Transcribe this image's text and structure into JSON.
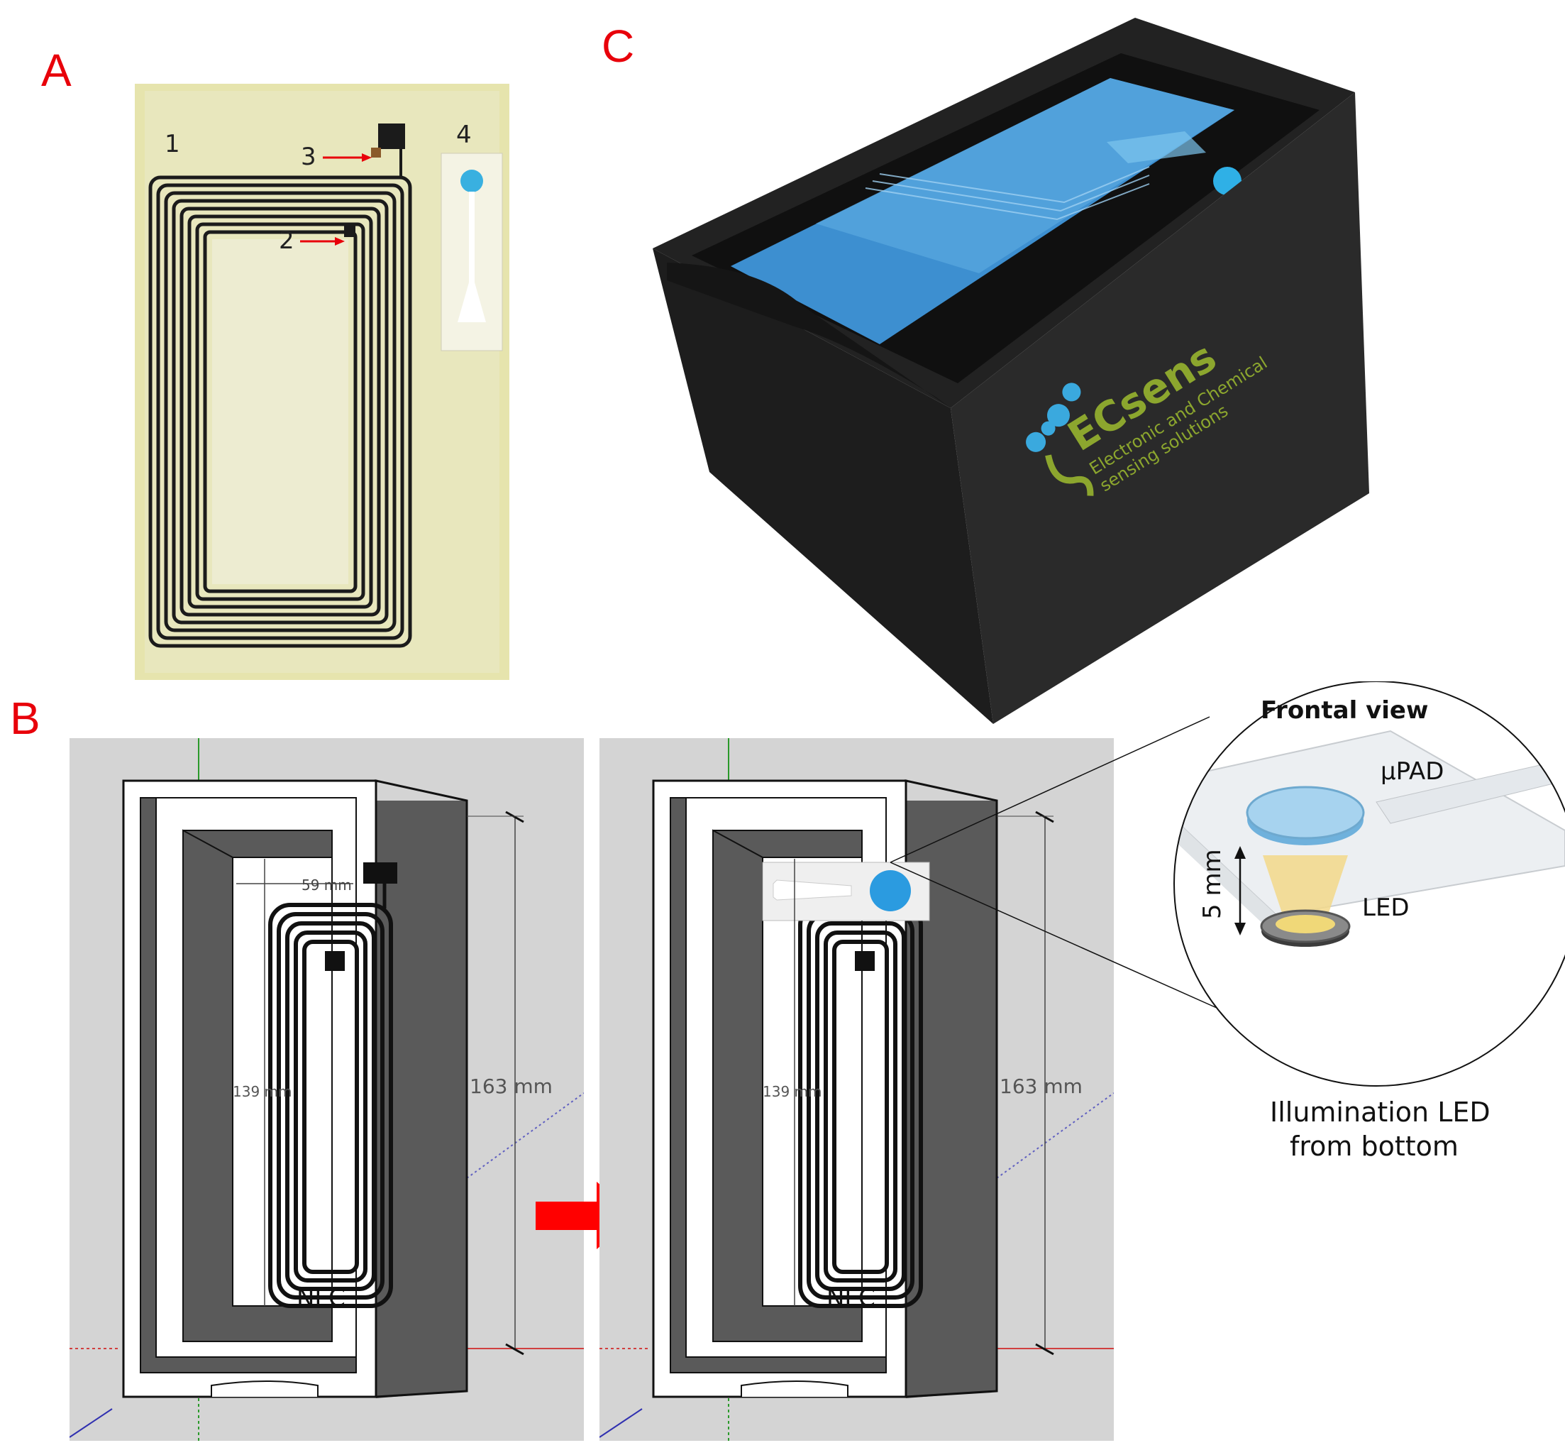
{
  "panels": {
    "A": {
      "letter": "A",
      "labels": [
        "1",
        "2",
        "3",
        "4"
      ]
    },
    "B": {
      "letter": "B",
      "left_view": {
        "width_label": "59 mm",
        "inner_height_label": "139 mm",
        "outer_height_label": "163 mm",
        "antenna_label": "NFC"
      },
      "right_view": {
        "inner_height_label": "139 mm",
        "outer_height_label": "163 mm",
        "antenna_label": "NFC"
      },
      "inset": {
        "title": "Frontal view",
        "upad_label": "μPAD",
        "led_label": "LED",
        "distance_label": "5 mm",
        "caption_line1": "Illumination LED",
        "caption_line2": "from bottom"
      },
      "arrow_color": "#ff0000",
      "dot_color": "#2b9be0"
    },
    "C": {
      "letter": "C",
      "logo_text": "ECsens",
      "logo_subtitle_line1": "Electronic and Chemical",
      "logo_subtitle_line2": "sensing solutions"
    }
  },
  "colors": {
    "letter_red": "#e8000a",
    "cad_background": "#d4d4d4",
    "box_dark": "#5a5a5a",
    "photo_paper": "#e9e6b0",
    "enclosure_black": "#1c1c1c",
    "screen_blue": "#3d8fd0"
  }
}
